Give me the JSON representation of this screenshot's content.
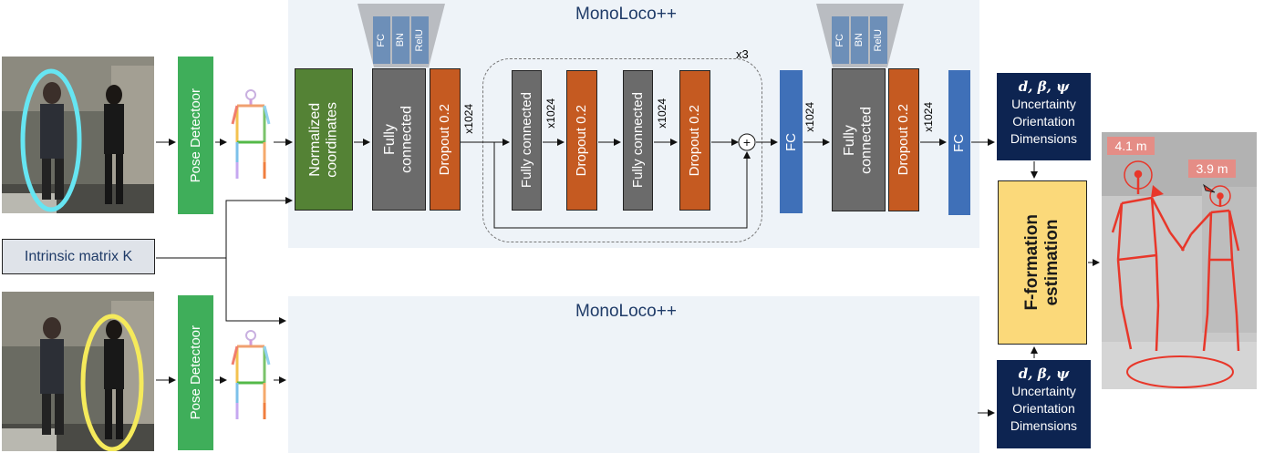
{
  "panels": {
    "top_title": "MonoLoco++",
    "bottom_title": "MonoLoco++"
  },
  "pose_detector": {
    "top_label": "Pose Detectoor",
    "bottom_label": "Pose Detectoor"
  },
  "intrinsic_label": "Intrinsic matrix K",
  "blocks": {
    "normalized": "Normalized\ncoordinates",
    "fc1": "Fully\nconnected",
    "dropout1": "Dropout 0.2",
    "fc_inner1": "Fully connected",
    "dropout_inner1": "Dropout 0.2",
    "fc_inner2": "Fully connected",
    "dropout_inner2": "Dropout 0.2",
    "fc_blue1": "FC",
    "fc2": "Fully\nconnected",
    "dropout2": "Dropout 0.2",
    "fc_blue2": "FC"
  },
  "layer_tags": [
    "FC",
    "BN",
    "RelU"
  ],
  "dims": {
    "d1": "x1024",
    "d2": "x1024",
    "d3": "x1024",
    "d4": "x1024",
    "d5": "x1024"
  },
  "repeat_label": "x3",
  "sum_symbol": "+",
  "outputs": {
    "symbols": "d, β, ψ",
    "line1": "Uncertainty",
    "line2": "Orientation",
    "line3": "Dimensions"
  },
  "fformation_label": "F-formation\nestimation",
  "result": {
    "distance_left": "4.1 m",
    "distance_right": "3.9 m"
  },
  "colors": {
    "pose_green": "#3fae5a",
    "norm_green": "#548235",
    "gray_block": "#6b6b6b",
    "orange_block": "#c55a21",
    "blue_fc": "#3f70b8",
    "navy": "#0d2451",
    "yellow": "#fbd97a",
    "panel": "#eef3f8",
    "ellipse_cyan": "#66e5f2",
    "ellipse_yellow": "#f5ea5b",
    "skeleton_red": "#e8372a"
  }
}
